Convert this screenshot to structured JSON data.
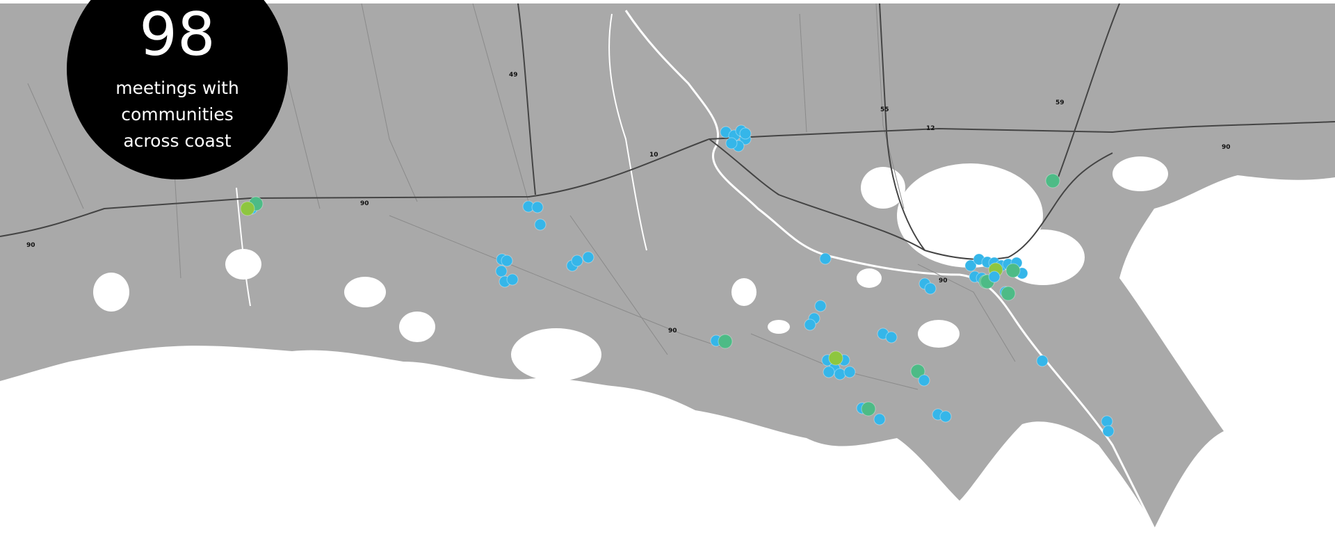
{
  "stat": {
    "number": "98",
    "caption_lines": [
      "meetings with",
      "communities",
      "across coast"
    ]
  },
  "highway_labels": [
    "90",
    "49",
    "10",
    "55",
    "12",
    "59",
    "90",
    "90",
    "90",
    "90"
  ],
  "colors": {
    "land": "#a9a9a9",
    "water": "#ffffff",
    "road": "#8a8a8a",
    "interstate": "#444444",
    "meeting_blue": "#35b6e9",
    "meeting_teal": "#4dbb86",
    "meeting_lime": "#8ec63f",
    "badge": "#000000"
  },
  "legend_marker_types": [
    "blue",
    "teal",
    "lime"
  ]
}
